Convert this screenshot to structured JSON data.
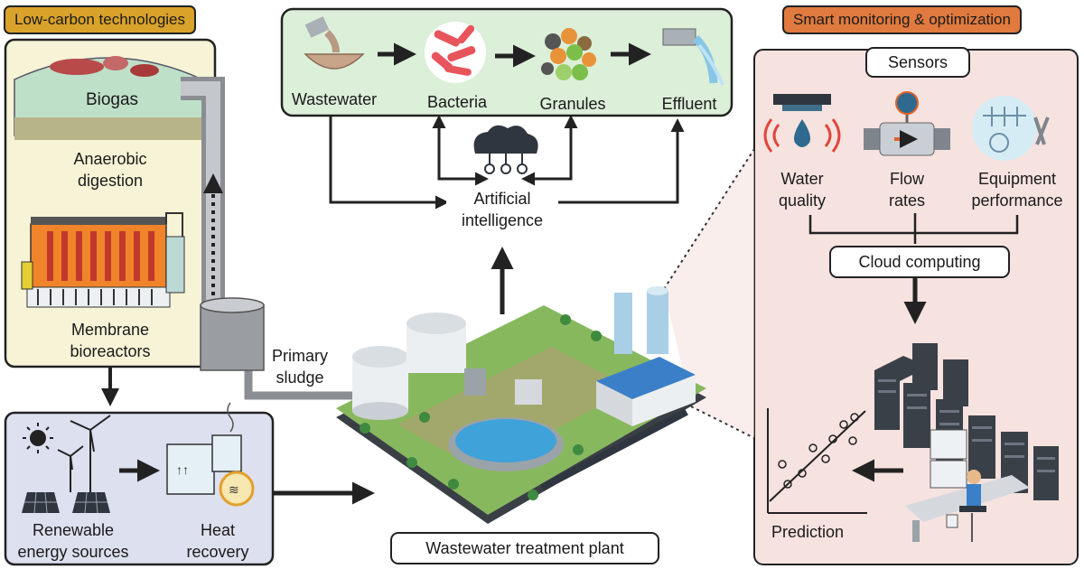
{
  "low_carbon": {
    "heading": "Low-carbon technologies",
    "biogas": "Biogas",
    "anaerobic_line1": "Anaerobic",
    "anaerobic_line2": "digestion",
    "membrane_line1": "Membrane",
    "membrane_line2": "bioreactors",
    "renewable_line1": "Renewable",
    "renewable_line2": "energy sources",
    "heat_line1": "Heat",
    "heat_line2": "recovery"
  },
  "process": {
    "wastewater": "Wastewater",
    "bacteria": "Bacteria",
    "granules": "Granules",
    "effluent": "Effluent",
    "ai_line1": "Artificial",
    "ai_line2": "intelligence"
  },
  "plant": {
    "primary_line1": "Primary",
    "primary_line2": "sludge",
    "label": "Wastewater treatment plant"
  },
  "smart": {
    "heading": "Smart monitoring & optimization",
    "sensors": "Sensors",
    "water_line1": "Water",
    "water_line2": "quality",
    "flow_line1": "Flow",
    "flow_line2": "rates",
    "equip_line1": "Equipment",
    "equip_line2": "performance",
    "cloud": "Cloud computing",
    "prediction": "Prediction"
  },
  "colors": {
    "low_carbon_tag": "#d9a22b",
    "smart_tag": "#e07a3e",
    "left_panel": "#f6f3d6",
    "energy_panel": "#dde0ef",
    "process_panel": "#dcefd9",
    "right_panel": "#f6e2df"
  }
}
